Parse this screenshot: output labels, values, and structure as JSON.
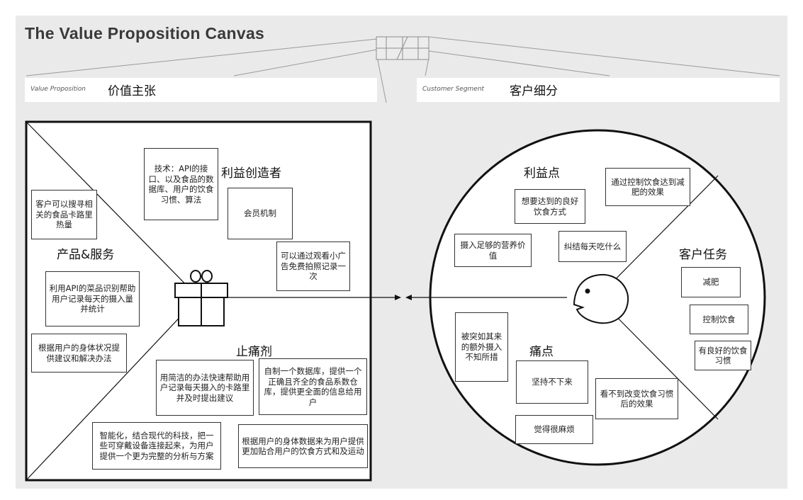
{
  "title": "The Value Proposition Canvas",
  "value_proposition_bar": {
    "label_en": "Value Proposition",
    "label_zh": "价值主张"
  },
  "customer_segment_bar": {
    "label_en": "Customer Segment",
    "label_zh": "客户细分"
  },
  "square": {
    "gain_creators_title": "利益创造者",
    "products_services_title": "产品&服务",
    "pain_relievers_title": "止痛剂",
    "gift_icon": "gift-icon"
  },
  "circle": {
    "gains_title": "利益点",
    "customer_jobs_title": "客户任务",
    "pains_title": "痛点",
    "face_icon": "face-icon"
  },
  "notes": {
    "tech_api": "技术：API的接口、以及食品的数据库、用户的饮食习惯、算法",
    "membership": "会员机制",
    "search_food": "客户可以搜寻相关的食品卡路里热量",
    "watch_ads": "可以通过观看小广告免费拍照记录一次",
    "api_recognition": "利用API的菜品识别帮助用户记录每天的摄入量并统计",
    "body_advice": "根据用户的身体状况提供建议和解决办法",
    "simple_method": "用简洁的办法快速帮助用户记录每天摄入的卡路里并及时提出建议",
    "own_database": "自制一个数据库，提供一个正确且齐全的食品系数仓库，提供更全面的信息给用户",
    "smart_devices": "智能化，结合现代的科技，把一些可穿戴设备连接起来，为用户提供一个更为完整的分析与方案",
    "body_data": "根据用户的身体数据来为用户提供更加贴合用户的饮食方式和及运动",
    "control_diet_effect": "通过控制饮食达到减肥的效果",
    "good_diet_way": "想要达到的良好饮食方式",
    "nutrition": "摄入足够的营养价值",
    "what_to_eat": "纠结每天吃什么",
    "lose_weight": "减肥",
    "control_diet": "控制饮食",
    "good_habits": "有良好的饮食习惯",
    "surprised_extra": "被突如其来的额外摄入不知所措",
    "cant_persist": "坚持不下来",
    "no_effect_seen": "看不到改变饮食习惯后的效果",
    "troublesome": "觉得很麻烦"
  },
  "colors": {
    "background": "#eaeaea",
    "line": "#111111",
    "note_border": "#333333"
  }
}
